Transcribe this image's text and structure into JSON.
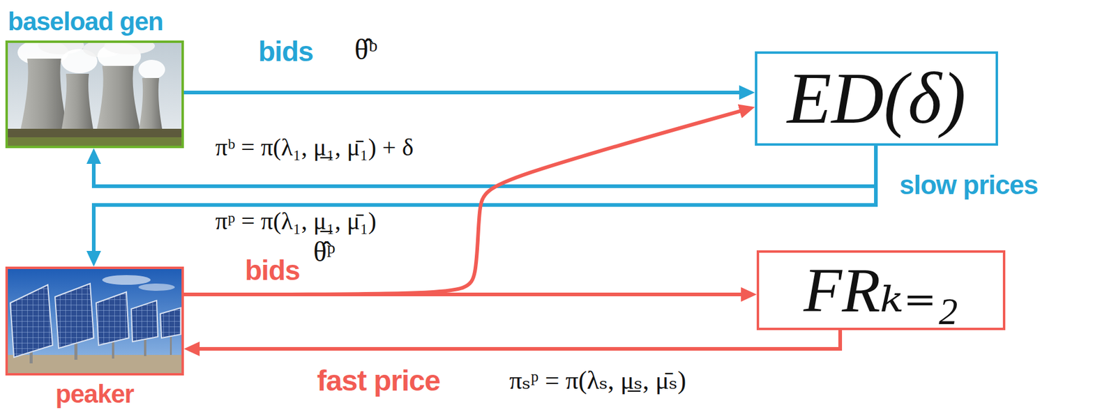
{
  "diagram": {
    "nodes": [
      {
        "text": [
          "baseload gen"
        ]
      },
      {
        "text": [
          "ED(δ)"
        ]
      },
      {
        "text": [
          "peaker"
        ]
      },
      {
        "text": [
          "FRₖ₌₂"
        ]
      }
    ],
    "edges": [
      {
        "from": 0,
        "to": 1,
        "arrow": "to",
        "label": "bids"
      },
      {
        "from": 1,
        "to": 0,
        "arrow": "to"
      },
      {
        "from": 1,
        "to": 2,
        "arrow": "to"
      },
      {
        "from": 2,
        "to": 3,
        "arrow": "to",
        "label": "bids"
      },
      {
        "from": 2,
        "to": 1,
        "arrow": "to"
      },
      {
        "from": 3,
        "to": 2,
        "arrow": "to",
        "label": "fast price"
      }
    ],
    "labels": [
      "θ̂ᵇ",
      "πᵇ = π(λ₁, μ̲₁, μ̄₁) + δ",
      "slow prices",
      "πᵖ = π(λ₁, μ̲₁, μ̄₁)",
      "θ̂ᵖ",
      "πₛᵖ = π(λₛ, μ̲ₛ, μ̄ₛ)"
    ]
  }
}
